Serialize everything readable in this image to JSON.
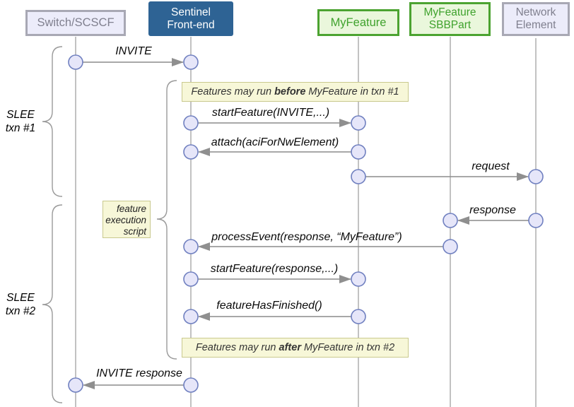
{
  "participants": {
    "switch": {
      "label": "Switch/SCSCF"
    },
    "sentinel": {
      "line1": "Sentinel",
      "line2": "Front-end"
    },
    "myfeature": {
      "label": "MyFeature"
    },
    "sbbpart": {
      "line1": "MyFeature",
      "line2": "SBBPart"
    },
    "network": {
      "line1": "Network",
      "line2": "Element"
    }
  },
  "messages": {
    "invite": "INVITE",
    "start_feature_invite": "startFeature(INVITE,...)",
    "attach": "attach(aciForNwElement)",
    "request": "request",
    "response": "response",
    "process_event": "processEvent(response,  “MyFeature”)",
    "start_feature_response": "startFeature(response,...)",
    "feature_has_finished": "featureHasFinished()",
    "invite_response": "INVITE response"
  },
  "notes": {
    "before": {
      "pre": "Features may run ",
      "emphasis": "before",
      "post": " MyFeature in txn #1"
    },
    "after": {
      "pre": "Features may run ",
      "emphasis": "after",
      "post": " MyFeature in txn #2"
    },
    "script": {
      "line1": "feature",
      "line2": "execution",
      "line3": "script"
    }
  },
  "brackets": {
    "txn1": {
      "line1": "SLEE",
      "line2": "txn #1"
    },
    "txn2": {
      "line1": "SLEE",
      "line2": "txn #2"
    }
  },
  "colors": {
    "primary_box": "#2e6394",
    "green_border": "#4ca331",
    "green_fill": "#eaf7dc",
    "green_text": "#3fa22d",
    "lavender_fill": "#ececfa",
    "lavender_border": "#a8a8b4",
    "lavender_text": "#80808f",
    "note_fill": "#f7f7d8",
    "note_border": "#c9c98e",
    "circle_fill": "#e6e6f9",
    "circle_stroke": "#7080c0",
    "line": "#8c8c8c"
  }
}
